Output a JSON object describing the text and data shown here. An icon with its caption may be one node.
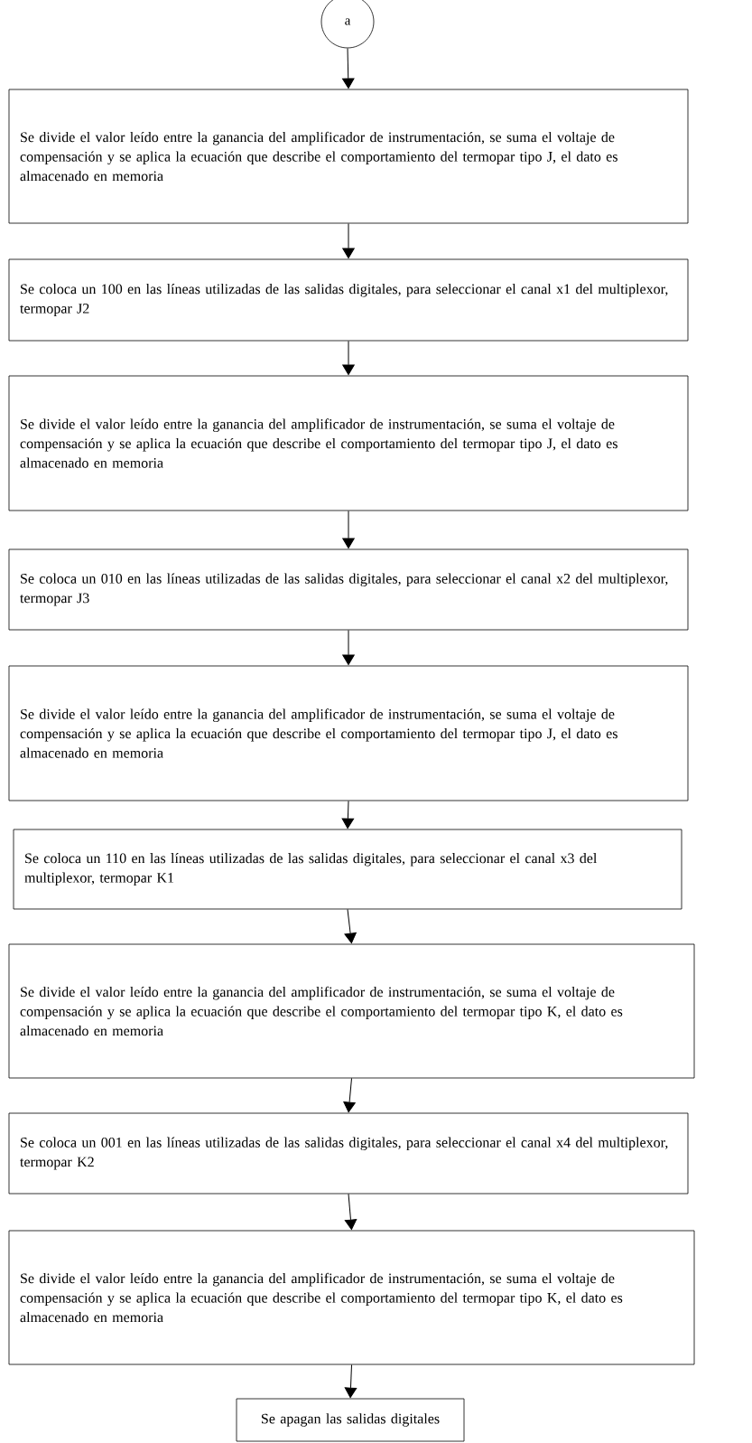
{
  "diagram": {
    "nodes": [
      {
        "text": [
          "a"
        ]
      },
      {
        "text": [
          "Se divide el valor leído entre la ganancia del amplificador de instrumentación, se suma el voltaje de compensación y se aplica la ecuación que describe el comportamiento del termopar tipo J, el dato es almacenado en memoria"
        ]
      },
      {
        "text": [
          "Se coloca un 100 en las líneas utilizadas de las salidas digitales, para seleccionar el canal x1 del multiplexor, termopar J2"
        ]
      },
      {
        "text": [
          "Se divide el valor leído entre la ganancia del amplificador de instrumentación, se suma el voltaje de compensación y se aplica la ecuación que describe el comportamiento del termopar tipo J, el dato es almacenado en memoria"
        ]
      },
      {
        "text": [
          "Se coloca un 010 en las líneas utilizadas de las salidas digitales, para seleccionar el canal x2 del multiplexor, termopar J3"
        ]
      },
      {
        "text": [
          "Se divide el valor leído entre la ganancia del amplificador de instrumentación, se suma el voltaje de compensación y se aplica la ecuación que describe el comportamiento del termopar tipo J, el dato es almacenado en memoria"
        ]
      },
      {
        "text": [
          "Se coloca un 110 en las líneas utilizadas de las salidas digitales, para seleccionar el canal x3 del multiplexor, termopar K1"
        ]
      },
      {
        "text": [
          "Se divide el valor leído entre la ganancia del amplificador de instrumentación, se suma el voltaje de compensación y se aplica la ecuación que describe el comportamiento del termopar tipo K, el dato es almacenado en memoria"
        ]
      },
      {
        "text": [
          "Se coloca un 001 en las líneas utilizadas de las salidas digitales, para seleccionar el canal x4 del multiplexor, termopar K2"
        ]
      },
      {
        "text": [
          "Se divide el valor leído entre la ganancia del amplificador de instrumentación, se suma el voltaje de compensación y se aplica la ecuación que describe el comportamiento del termopar tipo K, el dato es almacenado en memoria"
        ]
      },
      {
        "text": [
          "Se apagan las salidas digitales"
        ]
      }
    ],
    "edges": [
      {
        "from": 0,
        "to": 1,
        "arrow": "to"
      },
      {
        "from": 1,
        "to": 2,
        "arrow": "to"
      },
      {
        "from": 2,
        "to": 3,
        "arrow": "to"
      },
      {
        "from": 3,
        "to": 4,
        "arrow": "to"
      },
      {
        "from": 4,
        "to": 5,
        "arrow": "to"
      },
      {
        "from": 5,
        "to": 6,
        "arrow": "to"
      },
      {
        "from": 6,
        "to": 7,
        "arrow": "to"
      },
      {
        "from": 7,
        "to": 8,
        "arrow": "to"
      },
      {
        "from": 8,
        "to": 9,
        "arrow": "to"
      },
      {
        "from": 9,
        "to": 10,
        "arrow": "to"
      }
    ]
  }
}
